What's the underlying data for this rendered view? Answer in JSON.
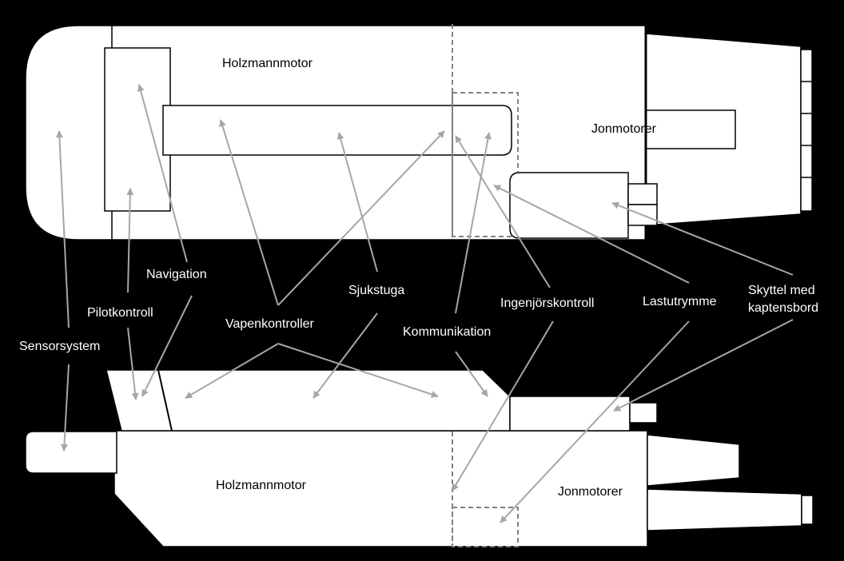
{
  "colors": {
    "background": "#000000",
    "ship": "#ffffff",
    "arrow": "#a6a6a6",
    "dashed": "#808080"
  },
  "top_view": {
    "engine_label": "Holzmannmotor",
    "ion_label": "Jonmotorer"
  },
  "side_view": {
    "engine_label": "Holzmannmotor",
    "ion_label": "Jonmotorer"
  },
  "labels": {
    "navigation": "Navigation",
    "pilot_control": "Pilotkontroll",
    "sensor_system": "Sensorsystem",
    "weapon_controls": "Vapenkontroller",
    "sickbay": "Sjukstuga",
    "communication": "Kommunikation",
    "engineering_control": "Ingenjörskontroll",
    "cargo_hold": "Lastutrymme",
    "shuttle_line1": "Skyttel med",
    "shuttle_line2": "kaptensbord"
  }
}
